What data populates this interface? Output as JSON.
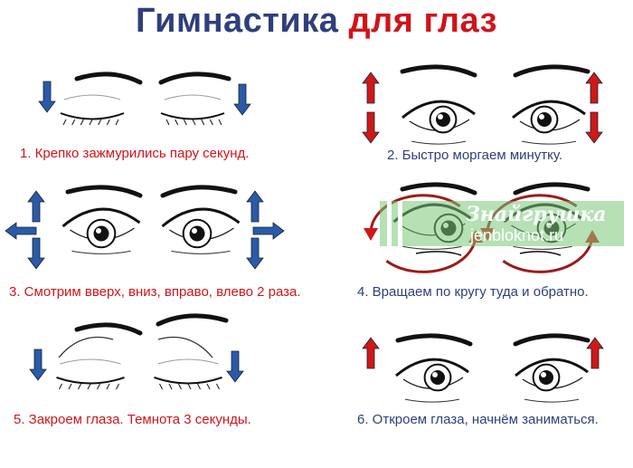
{
  "title": {
    "part1": "Гимнастика",
    "part2": "для глаз"
  },
  "steps": [
    {
      "caption": "1. Крепко зажмурились пару секунд."
    },
    {
      "caption": "2. Быстро моргаем минутку."
    },
    {
      "caption": "3. Смотрим вверх, вниз, вправо, влево 2 раза."
    },
    {
      "caption": "4. Вращаем по кругу туда и обратно."
    },
    {
      "caption": "5. Закроем глаза. Темнота 3 секунды."
    },
    {
      "caption": "6. Откроем глаза, начнём заниматься."
    }
  ],
  "watermark": {
    "brand": "Знайгрушка",
    "site": "jenbloknot.ru"
  },
  "colors": {
    "blue": "#2e3f7c",
    "red": "#d0141a",
    "arrow_blue": "#2b5aa8",
    "arrow_red": "#d01818"
  }
}
